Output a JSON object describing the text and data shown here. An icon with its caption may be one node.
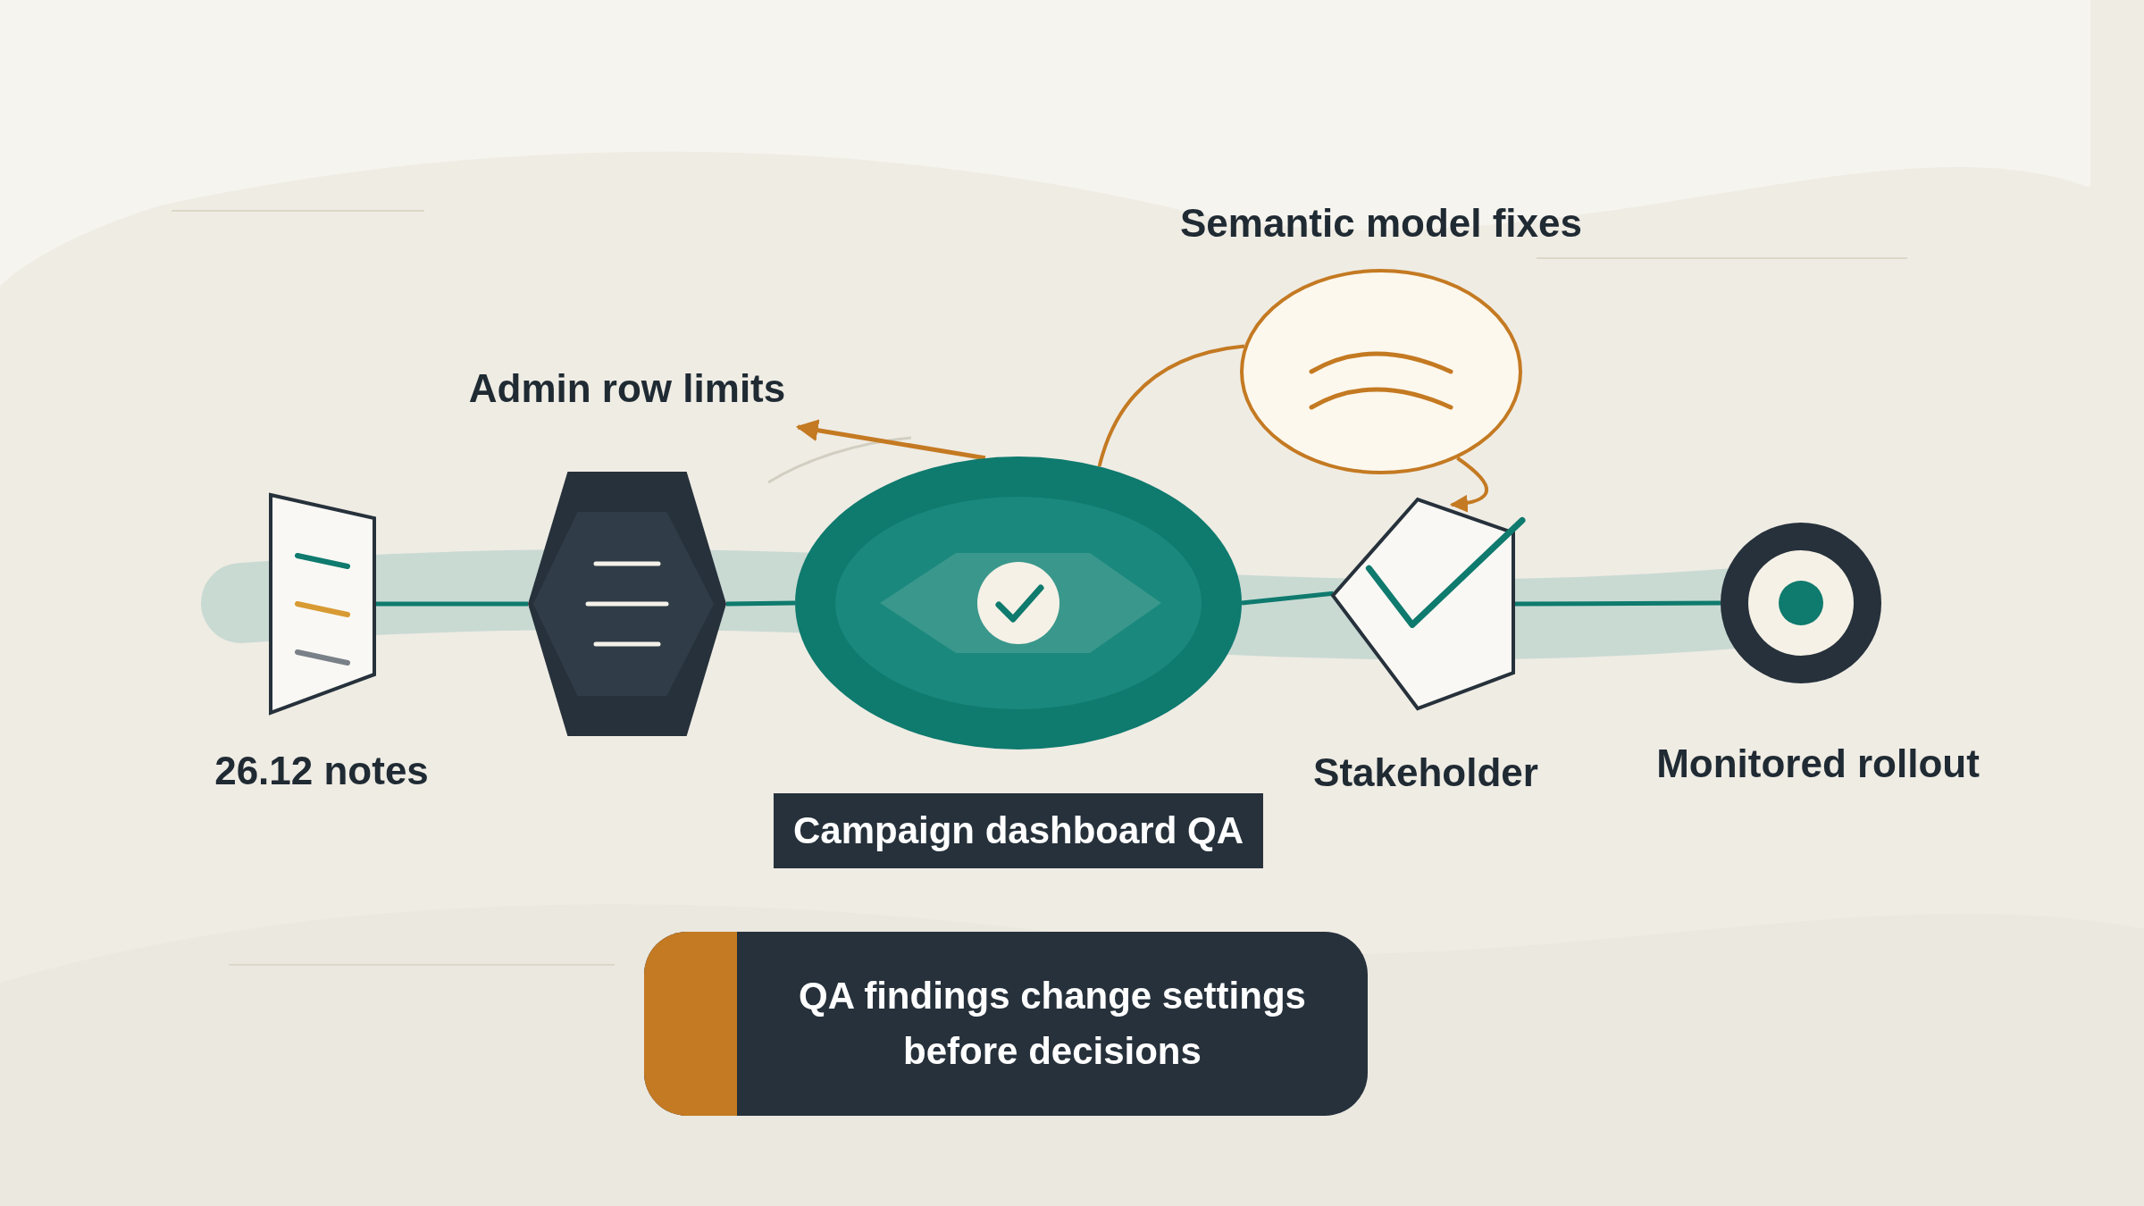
{
  "diagram": {
    "nodes": [
      {
        "text": [
          "26.12 notes"
        ]
      },
      {
        "text": [
          "Admin row limits"
        ]
      },
      {
        "text": [
          "Campaign dashboard QA"
        ]
      },
      {
        "text": [
          "Semantic model fixes"
        ]
      },
      {
        "text": [
          "Stakeholder"
        ]
      },
      {
        "text": [
          "Monitored rollout"
        ]
      },
      {
        "text": [
          "QA findings change settings before decisions"
        ]
      }
    ],
    "edges": [
      {
        "from": 0,
        "to": 1,
        "arrow": "none"
      },
      {
        "from": 1,
        "to": 2,
        "arrow": "none"
      },
      {
        "from": 2,
        "to": 4,
        "arrow": "none"
      },
      {
        "from": 4,
        "to": 5,
        "arrow": "none"
      },
      {
        "from": 2,
        "to": 1,
        "arrow": "to",
        "color": "#c47a22"
      },
      {
        "from": 2,
        "to": 3,
        "arrow": "none",
        "color": "#c47a22"
      },
      {
        "from": 3,
        "to": 4,
        "arrow": "to",
        "color": "#c47a22"
      }
    ]
  }
}
